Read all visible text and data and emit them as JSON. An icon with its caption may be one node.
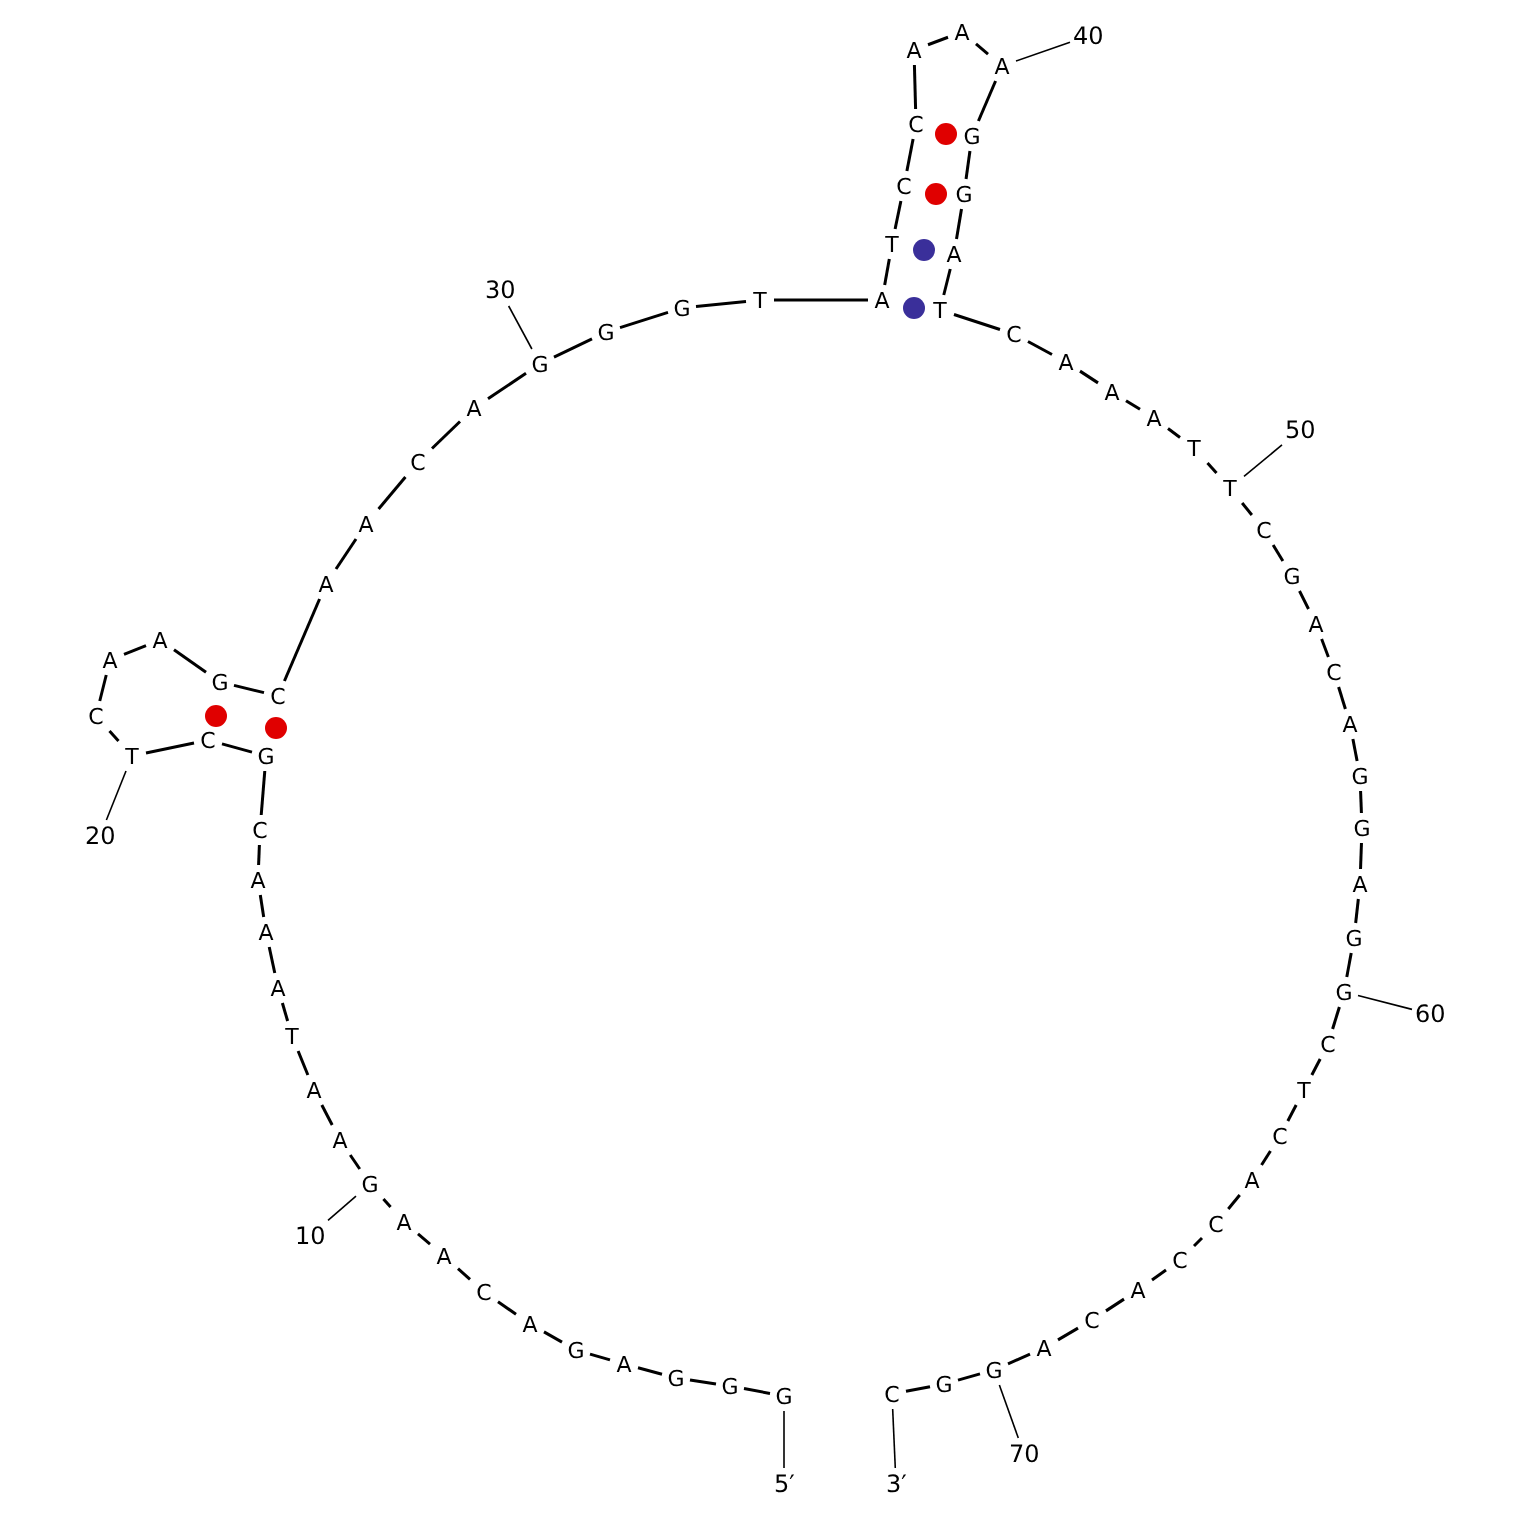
{
  "diagram": {
    "nodes": [
      {
        "text": [
          "G"
        ]
      },
      {
        "text": [
          "G"
        ]
      },
      {
        "text": [
          "G"
        ]
      },
      {
        "text": [
          "A"
        ]
      },
      {
        "text": [
          "G"
        ]
      },
      {
        "text": [
          "A"
        ]
      },
      {
        "text": [
          "C"
        ]
      },
      {
        "text": [
          "A"
        ]
      },
      {
        "text": [
          "A"
        ]
      },
      {
        "text": [
          "G"
        ]
      },
      {
        "text": [
          "A"
        ]
      },
      {
        "text": [
          "A"
        ]
      },
      {
        "text": [
          "T"
        ]
      },
      {
        "text": [
          "A"
        ]
      },
      {
        "text": [
          "A"
        ]
      },
      {
        "text": [
          "A"
        ]
      },
      {
        "text": [
          "C"
        ]
      },
      {
        "text": [
          "G"
        ]
      },
      {
        "text": [
          "C"
        ]
      },
      {
        "text": [
          "T"
        ]
      },
      {
        "text": [
          "C"
        ]
      },
      {
        "text": [
          "A"
        ]
      },
      {
        "text": [
          "A"
        ]
      },
      {
        "text": [
          "G"
        ]
      },
      {
        "text": [
          "C"
        ]
      },
      {
        "text": [
          "A"
        ]
      },
      {
        "text": [
          "A"
        ]
      },
      {
        "text": [
          "C"
        ]
      },
      {
        "text": [
          "A"
        ]
      },
      {
        "text": [
          "G"
        ]
      },
      {
        "text": [
          "G"
        ]
      },
      {
        "text": [
          "G"
        ]
      },
      {
        "text": [
          "T"
        ]
      },
      {
        "text": [
          "A"
        ]
      },
      {
        "text": [
          "T"
        ]
      },
      {
        "text": [
          "C"
        ]
      },
      {
        "text": [
          "C"
        ]
      },
      {
        "text": [
          "A"
        ]
      },
      {
        "text": [
          "A"
        ]
      },
      {
        "text": [
          "A"
        ]
      },
      {
        "text": [
          "G"
        ]
      },
      {
        "text": [
          "G"
        ]
      },
      {
        "text": [
          "A"
        ]
      },
      {
        "text": [
          "T"
        ]
      },
      {
        "text": [
          "C"
        ]
      },
      {
        "text": [
          "A"
        ]
      },
      {
        "text": [
          "A"
        ]
      },
      {
        "text": [
          "A"
        ]
      },
      {
        "text": [
          "T"
        ]
      },
      {
        "text": [
          "T"
        ]
      },
      {
        "text": [
          "C"
        ]
      },
      {
        "text": [
          "G"
        ]
      },
      {
        "text": [
          "A"
        ]
      },
      {
        "text": [
          "C"
        ]
      },
      {
        "text": [
          "A"
        ]
      },
      {
        "text": [
          "G"
        ]
      },
      {
        "text": [
          "G"
        ]
      },
      {
        "text": [
          "A"
        ]
      },
      {
        "text": [
          "G"
        ]
      },
      {
        "text": [
          "G"
        ]
      },
      {
        "text": [
          "C"
        ]
      },
      {
        "text": [
          "T"
        ]
      },
      {
        "text": [
          "C"
        ]
      },
      {
        "text": [
          "A"
        ]
      },
      {
        "text": [
          "C"
        ]
      },
      {
        "text": [
          "C"
        ]
      },
      {
        "text": [
          "A"
        ]
      },
      {
        "text": [
          "C"
        ]
      },
      {
        "text": [
          "A"
        ]
      },
      {
        "text": [
          "G"
        ]
      },
      {
        "text": [
          "G"
        ]
      },
      {
        "text": [
          "C"
        ]
      },
      {
        "text": [
          "5′"
        ]
      },
      {
        "text": [
          "10"
        ]
      },
      {
        "text": [
          "20"
        ]
      },
      {
        "text": [
          "30"
        ]
      },
      {
        "text": [
          "40"
        ]
      },
      {
        "text": [
          "50"
        ]
      },
      {
        "text": [
          "60"
        ]
      },
      {
        "text": [
          "70"
        ]
      },
      {
        "text": [
          "3′"
        ]
      }
    ],
    "edges": [
      {
        "from": 0,
        "to": 1,
        "arrow": "none"
      },
      {
        "from": 1,
        "to": 2,
        "arrow": "none"
      },
      {
        "from": 2,
        "to": 3,
        "arrow": "none"
      },
      {
        "from": 3,
        "to": 4,
        "arrow": "none"
      },
      {
        "from": 4,
        "to": 5,
        "arrow": "none"
      },
      {
        "from": 5,
        "to": 6,
        "arrow": "none"
      },
      {
        "from": 6,
        "to": 7,
        "arrow": "none"
      },
      {
        "from": 7,
        "to": 8,
        "arrow": "none"
      },
      {
        "from": 8,
        "to": 9,
        "arrow": "none"
      },
      {
        "from": 9,
        "to": 10,
        "arrow": "none"
      },
      {
        "from": 10,
        "to": 11,
        "arrow": "none"
      },
      {
        "from": 11,
        "to": 12,
        "arrow": "none"
      },
      {
        "from": 12,
        "to": 13,
        "arrow": "none"
      },
      {
        "from": 13,
        "to": 14,
        "arrow": "none"
      },
      {
        "from": 14,
        "to": 15,
        "arrow": "none"
      },
      {
        "from": 15,
        "to": 16,
        "arrow": "none"
      },
      {
        "from": 16,
        "to": 17,
        "arrow": "none"
      },
      {
        "from": 17,
        "to": 18,
        "arrow": "none"
      },
      {
        "from": 18,
        "to": 19,
        "arrow": "none"
      },
      {
        "from": 19,
        "to": 20,
        "arrow": "none"
      },
      {
        "from": 20,
        "to": 21,
        "arrow": "none"
      },
      {
        "from": 21,
        "to": 22,
        "arrow": "none"
      },
      {
        "from": 22,
        "to": 23,
        "arrow": "none"
      },
      {
        "from": 23,
        "to": 24,
        "arrow": "none"
      },
      {
        "from": 24,
        "to": 25,
        "arrow": "none"
      },
      {
        "from": 25,
        "to": 26,
        "arrow": "none"
      },
      {
        "from": 26,
        "to": 27,
        "arrow": "none"
      },
      {
        "from": 27,
        "to": 28,
        "arrow": "none"
      },
      {
        "from": 28,
        "to": 29,
        "arrow": "none"
      },
      {
        "from": 29,
        "to": 30,
        "arrow": "none"
      },
      {
        "from": 30,
        "to": 31,
        "arrow": "none"
      },
      {
        "from": 31,
        "to": 32,
        "arrow": "none"
      },
      {
        "from": 32,
        "to": 33,
        "arrow": "none"
      },
      {
        "from": 33,
        "to": 34,
        "arrow": "none"
      },
      {
        "from": 34,
        "to": 35,
        "arrow": "none"
      },
      {
        "from": 35,
        "to": 36,
        "arrow": "none"
      },
      {
        "from": 36,
        "to": 37,
        "arrow": "none"
      },
      {
        "from": 37,
        "to": 38,
        "arrow": "none"
      },
      {
        "from": 38,
        "to": 39,
        "arrow": "none"
      },
      {
        "from": 39,
        "to": 40,
        "arrow": "none"
      },
      {
        "from": 40,
        "to": 41,
        "arrow": "none"
      },
      {
        "from": 41,
        "to": 42,
        "arrow": "none"
      },
      {
        "from": 42,
        "to": 43,
        "arrow": "none"
      },
      {
        "from": 43,
        "to": 44,
        "arrow": "none"
      },
      {
        "from": 44,
        "to": 45,
        "arrow": "none"
      },
      {
        "from": 45,
        "to": 46,
        "arrow": "none"
      },
      {
        "from": 46,
        "to": 47,
        "arrow": "none"
      },
      {
        "from": 47,
        "to": 48,
        "arrow": "none"
      },
      {
        "from": 48,
        "to": 49,
        "arrow": "none"
      },
      {
        "from": 49,
        "to": 50,
        "arrow": "none"
      },
      {
        "from": 50,
        "to": 51,
        "arrow": "none"
      },
      {
        "from": 51,
        "to": 52,
        "arrow": "none"
      },
      {
        "from": 52,
        "to": 53,
        "arrow": "none"
      },
      {
        "from": 53,
        "to": 54,
        "arrow": "none"
      },
      {
        "from": 54,
        "to": 55,
        "arrow": "none"
      },
      {
        "from": 55,
        "to": 56,
        "arrow": "none"
      },
      {
        "from": 56,
        "to": 57,
        "arrow": "none"
      },
      {
        "from": 57,
        "to": 58,
        "arrow": "none"
      },
      {
        "from": 58,
        "to": 59,
        "arrow": "none"
      },
      {
        "from": 59,
        "to": 60,
        "arrow": "none"
      },
      {
        "from": 60,
        "to": 61,
        "arrow": "none"
      },
      {
        "from": 61,
        "to": 62,
        "arrow": "none"
      },
      {
        "from": 62,
        "to": 63,
        "arrow": "none"
      },
      {
        "from": 63,
        "to": 64,
        "arrow": "none"
      },
      {
        "from": 64,
        "to": 65,
        "arrow": "none"
      },
      {
        "from": 65,
        "to": 66,
        "arrow": "none"
      },
      {
        "from": 66,
        "to": 67,
        "arrow": "none"
      },
      {
        "from": 67,
        "to": 68,
        "arrow": "none"
      },
      {
        "from": 68,
        "to": 69,
        "arrow": "none"
      },
      {
        "from": 69,
        "to": 70,
        "arrow": "none"
      },
      {
        "from": 70,
        "to": 71,
        "arrow": "none"
      },
      {
        "from": 72,
        "to": 0,
        "arrow": "none"
      },
      {
        "from": 73,
        "to": 9,
        "arrow": "none"
      },
      {
        "from": 74,
        "to": 19,
        "arrow": "none"
      },
      {
        "from": 75,
        "to": 29,
        "arrow": "none"
      },
      {
        "from": 76,
        "to": 39,
        "arrow": "none"
      },
      {
        "from": 77,
        "to": 49,
        "arrow": "none"
      },
      {
        "from": 78,
        "to": 59,
        "arrow": "none"
      },
      {
        "from": 79,
        "to": 69,
        "arrow": "none"
      },
      {
        "from": 80,
        "to": 71,
        "arrow": "none"
      }
    ]
  }
}
